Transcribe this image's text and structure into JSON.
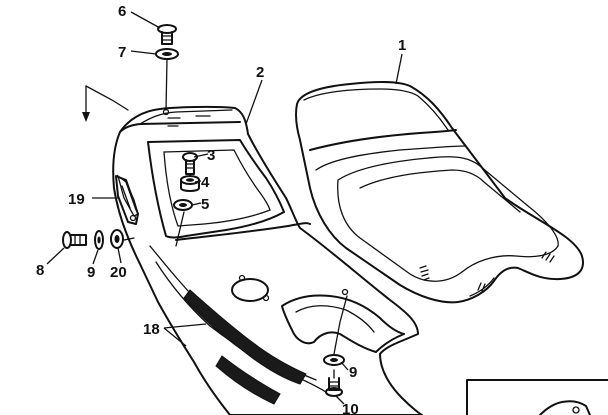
{
  "callouts": {
    "c1": "1",
    "c2": "2",
    "c3": "3",
    "c4": "4",
    "c5": "5",
    "c6": "6",
    "c7": "7",
    "c8": "8",
    "c9a": "9",
    "c9b": "9",
    "c10": "10",
    "c18": "18",
    "c19": "19",
    "c20": "20"
  }
}
